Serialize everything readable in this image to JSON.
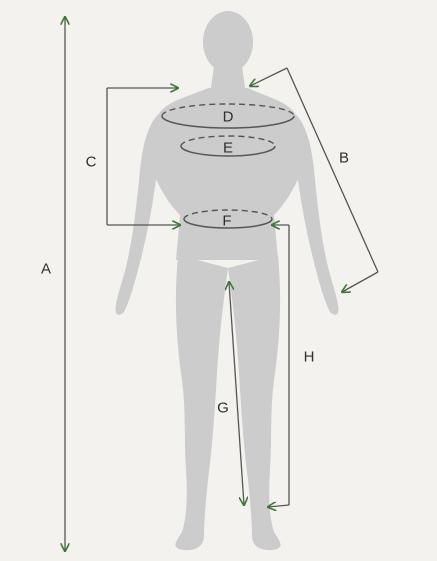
{
  "labels": {
    "a": "A",
    "b": "B",
    "c": "C",
    "d": "D",
    "e": "E",
    "f": "F",
    "g": "G",
    "h": "H"
  },
  "colors": {
    "background": "#f3f2ee",
    "figure": "#cccccc",
    "measure_line": "#555555",
    "arrow_head": "#3d7a3a",
    "label_text": "#2e2e2e"
  }
}
